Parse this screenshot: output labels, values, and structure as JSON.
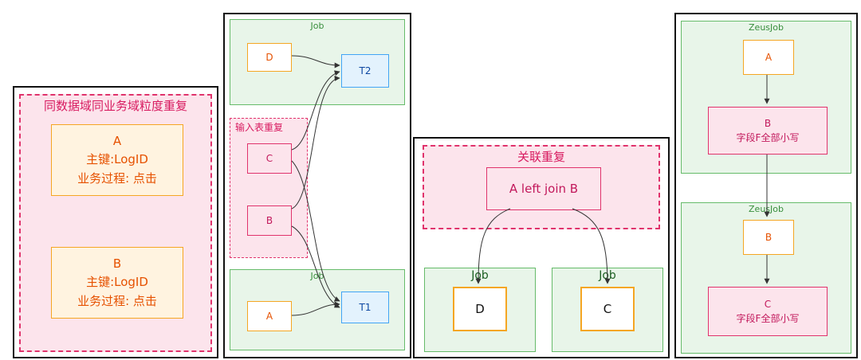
{
  "panel1": {
    "title": "同数据域同业务域粒度重复",
    "node_a": {
      "name": "A",
      "key": "主键:LogID",
      "process": "业务过程: 点击"
    },
    "node_b": {
      "name": "B",
      "key": "主键:LogID",
      "process": "业务过程: 点击"
    }
  },
  "panel2": {
    "job_top_title": "Job",
    "job_bottom_title": "Job",
    "input_group_title": "输入表重复",
    "nodes": {
      "d": "D",
      "t2": "T2",
      "c": "C",
      "b": "B",
      "a": "A",
      "t1": "T1"
    }
  },
  "panel3": {
    "title": "关联重复",
    "join_node": "A left join B",
    "job_left_title": "Job",
    "job_right_title": "Job",
    "node_d": "D",
    "node_c": "C"
  },
  "panel4": {
    "job_top_title": "ZeusJob",
    "job_bottom_title": "ZeusJob",
    "node_a": "A",
    "node_b_name": "B",
    "node_b_desc": "字段F全部小写",
    "node_b2": "B",
    "node_c_name": "C",
    "node_c_desc": "字段F全部小写"
  }
}
